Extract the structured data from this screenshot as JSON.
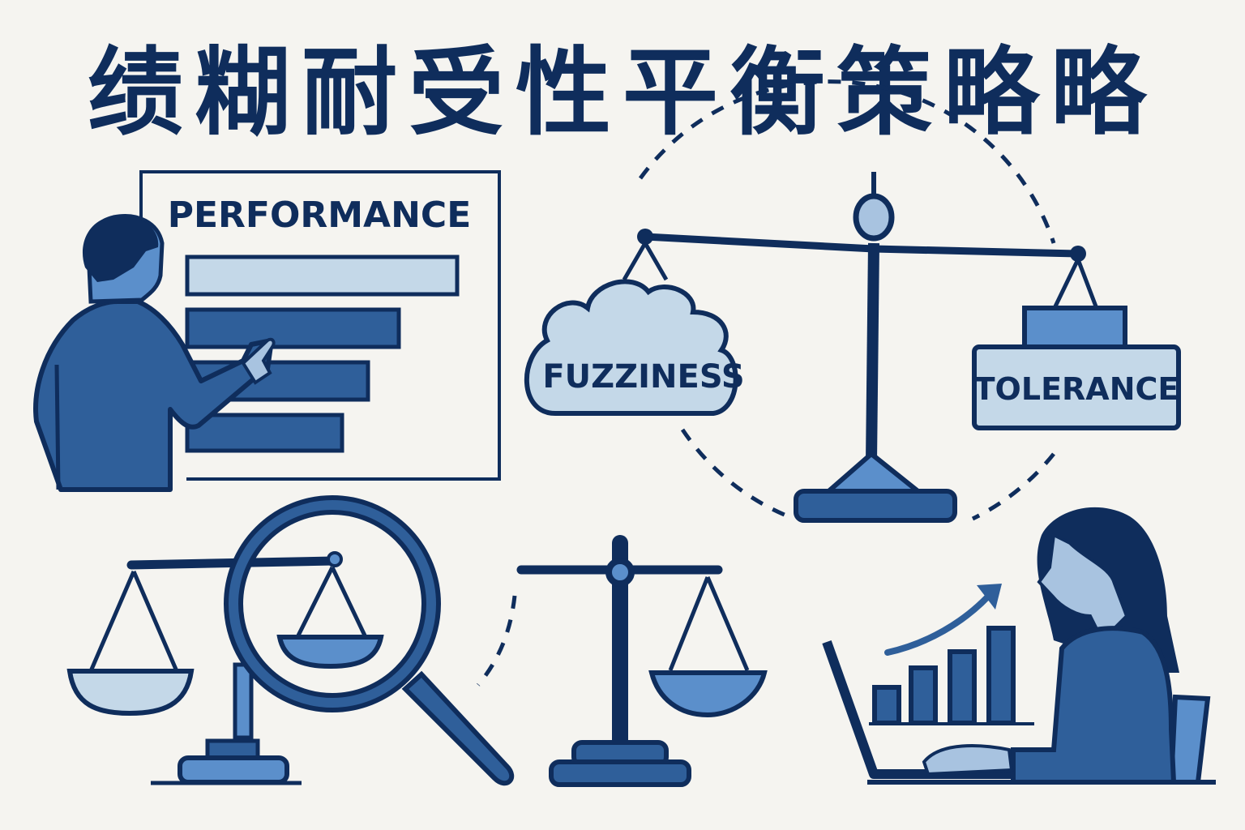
{
  "title": "绩糊耐受性平衡策略略",
  "colors": {
    "background": "#f5f4f0",
    "navy": "#0f2d5c",
    "mid_blue": "#2f5f9a",
    "light_blue": "#5b8fcb",
    "pale_blue": "#c4d8e8"
  },
  "panels": {
    "performance_board": {
      "label": "PERFORMANCE",
      "bars": [
        {
          "shade": "pale",
          "relative_length": 1.0
        },
        {
          "shade": "mid",
          "relative_length": 0.78
        },
        {
          "shade": "mid",
          "relative_length": 0.67
        },
        {
          "shade": "mid",
          "relative_length": 0.57
        }
      ],
      "figure": "man-pointing"
    },
    "balance_scale": {
      "left_weight_label": "FUZZINESS",
      "right_weight_label": "TOLERANCE"
    },
    "magnified_scale": {
      "icon": "magnifying-glass-over-scale"
    },
    "simple_scale": {
      "icon": "balance-scale"
    },
    "analyst": {
      "figure": "woman-at-laptop",
      "growth_bars": [
        1,
        1.6,
        2.3,
        3.1
      ]
    }
  }
}
